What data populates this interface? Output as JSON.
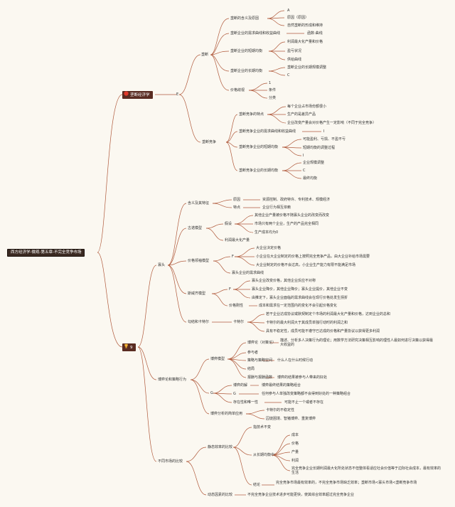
{
  "root": "西方经济学-微观-第五章-不完全竞争市场",
  "section1": {
    "topic": "垄断经济学",
    "e": "E",
    "monopoly": {
      "label": "垄断",
      "b1": "垄断的含义及原因",
      "b1_items": [
        "A",
        "原因（原因）",
        "自然垄断的形成和维持"
      ],
      "b2": "垄断企业的需求曲线和收益曲线",
      "b2_item": "函数-曲线",
      "b3": "垄断企业的短期均衡",
      "b3_items": [
        "利润最大化产量和价格",
        "盈亏状况",
        "供给曲线"
      ],
      "b4": "垄断企业的长期均衡",
      "b4_items": [
        "垄断企业的长期规模调整",
        "C"
      ],
      "b5": "价格歧视",
      "b5_items": [
        "1",
        "条件",
        "分类"
      ]
    },
    "monopcomp": {
      "label": "垄断竞争",
      "c1": "垄断竞争的特点",
      "c1_items": [
        "每个企业占市场份额很小",
        "生产的是差异产品",
        "企业改变产量会对价格产生一定影响（不同于完全竞争）"
      ],
      "c2": "垄断竞争企业的需求曲线和收益曲线",
      "c2_item": "I",
      "c3": "垄断竞争企业的短期均衡",
      "c3_items": [
        "可能盈利、亏损、不盈不亏",
        "短期均衡的调整过程",
        "I"
      ],
      "c4": "垄断竞争企业的长期均衡",
      "c4_items": [
        "企业规模调整",
        "C",
        "最终均衡"
      ]
    }
  },
  "section2": {
    "topic": "9",
    "oligopoly": {
      "label": "寡头",
      "d1": "含义及其特征",
      "d1_rows": [
        {
          "k": "原因",
          "v": "资源控制、政府特许、专利技术、规模经济"
        },
        {
          "k": "特点",
          "v": "企业行为相互依赖"
        }
      ],
      "d2": "古诺模型",
      "d2_assume": "假设",
      "d2_assume_items": [
        "其他企业产量被价格不随寡头企业的改变而改变",
        "市场只有两个企业，生产的产品完全相同",
        "生产成本均为0"
      ],
      "d2_profit": "利润最大化产量",
      "d3": "价格领袖模型",
      "d3_f": "F",
      "d3_f_items": [
        "大企业决定价格",
        "小企业在大企业制定的价格上按照完全竞争产品，由大企业补给市场需要",
        "大企业制定的价格不会过高，小企业生产能力有限不能满足市场"
      ],
      "d3_curve": "寡头企业的需求曲线",
      "d4": "斯威齐模型",
      "d4_f": "F",
      "d4_f_items": [
        "寡头企业改变价格，其他企业反应不对称",
        "寡头企业降价，其他企业降价；寡头企业提价，其他企业不变",
        "由推定下，寡头企业面临的需求曲线会在现行价格处发生拐折"
      ],
      "d4_rigid": "价格刚性",
      "d4_rigid_item": "成本和需求在一定范围内的变化不会引起价格变化",
      "d5": "勾结和卡特尔",
      "d5_cartel": "卡特尔",
      "d5_items": [
        "若干企业达成协议或默契制定个市场的利润最大化产量和价格，达到企业的总和",
        "卡特尔的最大利润大于其成员单独行动时的利润之和",
        "具有不稳定性，成员可能不遵守已达成的价格和产量协议以获得更多利润"
      ]
    },
    "game": {
      "label": "博弈论和策略行为",
      "model": "博弈模型",
      "g1": "博弈论（对策论）",
      "g1_item": "描述、分析多人决策行为的理论；用数学方法研究决策相互影响的理性人最如何进行决策以获得最大收益的",
      "g_items": [
        "参与者",
        "策略与策略空间",
        "结局",
        "报酬与报酬函数"
      ],
      "g_strategy_note": "什么人在什么时候行动",
      "g_payoff_note": "博弈的结果被参与人带来的好处",
      "g_letter": "G",
      "g_eq1": "博弈的解",
      "g_eq1_note": "博弈最终结果的策略组合",
      "g_eq2": "G",
      "g_eq2_note": "任何参与人单独改变策略都不会得到好处的一种策略组合",
      "g_eq3": "存在性和唯一性",
      "g_eq3_note": "可能不止一个或者不存在",
      "g_app": "博弈分析的简单应用",
      "g_app_items": [
        "卡特尔的不稳定性",
        "囚徒困境、智猪博弈、重复博弈"
      ]
    },
    "compare": {
      "label": "不同市场的比较",
      "static": "静态效率的比较",
      "static_first": "指技术不变",
      "long": "从长期均衡中",
      "long_items": [
        "成本",
        "价格",
        "产量",
        "利润"
      ],
      "long_last": "完全竞争企业长期利润最大化所处状态不但整体看适应社会价值等于边际社会成本，最有效率的生活",
      "conclusion": "结论",
      "conclusion_item": "完全竞争市场最有效率的，不完全竞争市场缺乏效率；垄断市场<寡头市场<垄断竞争市场",
      "dynamic": "动态因素的比较",
      "dynamic_item": "不完全竞争企业技术进步可能更快，使其综合效率超过完全竞争企业"
    }
  }
}
